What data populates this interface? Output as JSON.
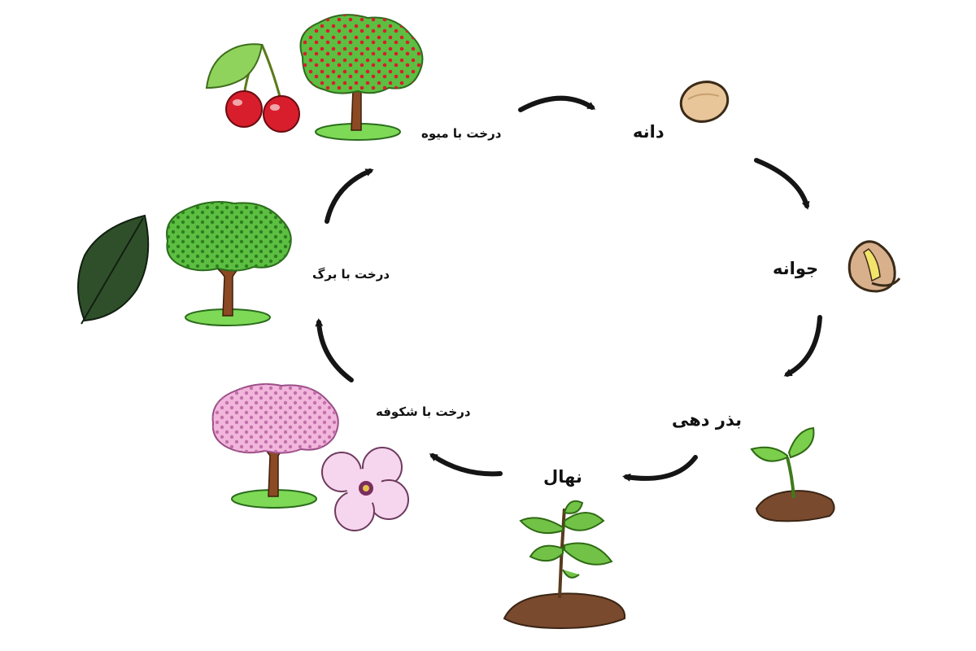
{
  "diagram": {
    "stages": [
      {
        "id": "seed",
        "label": "دانه"
      },
      {
        "id": "germination",
        "label": "جوانه"
      },
      {
        "id": "seeding",
        "label": "بذر دهی"
      },
      {
        "id": "sapling",
        "label": "نهال"
      },
      {
        "id": "blossom-tree",
        "label": "درخت با شکوفه"
      },
      {
        "id": "leaf-tree",
        "label": "درخت با برگ"
      },
      {
        "id": "fruit-tree",
        "label": "درخت با میوه"
      }
    ]
  },
  "colors": {
    "leaf_green": "#4caf3a",
    "grass": "#7ed957",
    "trunk": "#8b4a24",
    "cherry": "#d81e2c",
    "blossom_pink": "#f2b6dd",
    "seed_tan": "#e8c69a",
    "soil": "#7a4a2e",
    "arrow": "#151515"
  },
  "icons": [
    "cherry-icon",
    "fruit-tree-icon",
    "seed-icon",
    "germinating-seed-icon",
    "seedling-icon",
    "sapling-icon",
    "blossom-tree-icon",
    "flower-icon",
    "leaf-tree-icon",
    "leaf-icon"
  ]
}
